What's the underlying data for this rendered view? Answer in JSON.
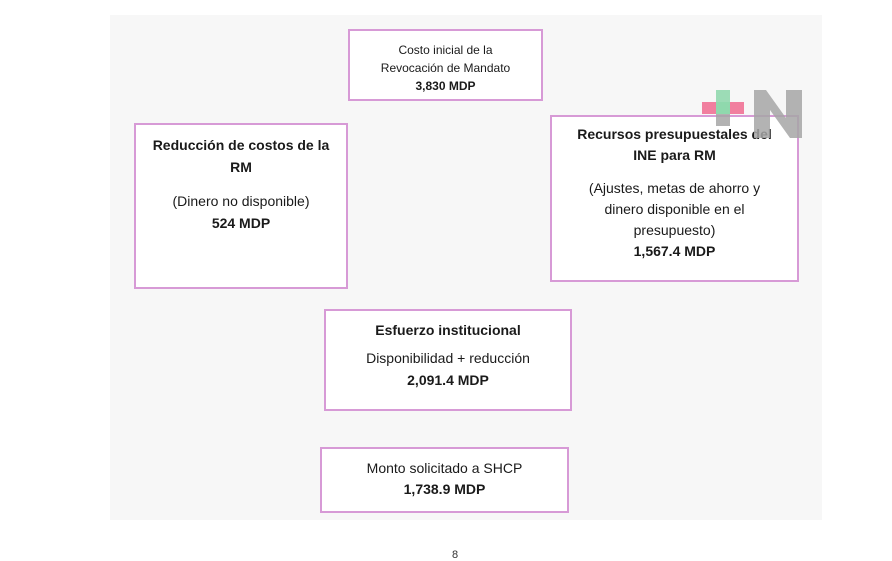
{
  "diagram": {
    "cost_box": {
      "line1": "Costo inicial de la",
      "line2": "Revocación de Mandato",
      "value": "3,830 MDP"
    },
    "reduction_box": {
      "title1": "Reducción de costos de la",
      "title2": "RM",
      "note": "(Dinero no disponible)",
      "value": "524 MDP"
    },
    "ine_box": {
      "title1": "Recursos presupuestales del",
      "title2": "INE para RM",
      "note1": "(Ajustes, metas de ahorro y",
      "note2": "dinero disponible en el",
      "note3": "presupuesto)",
      "value": "1,567.4 MDP"
    },
    "effort_box": {
      "title": "Esfuerzo institucional",
      "note": "Disponibilidad + reducción",
      "value": "2,091.4 MDP"
    },
    "request_box": {
      "label": "Monto solicitado a SHCP",
      "value": "1,738.9 MDP"
    }
  },
  "footer": {
    "page_number": "8"
  },
  "colors": {
    "box_border": "#d79ad6",
    "logo_pink": "#f06a8f",
    "logo_green": "#7dd3a0",
    "logo_gray": "#a6a6a6"
  }
}
